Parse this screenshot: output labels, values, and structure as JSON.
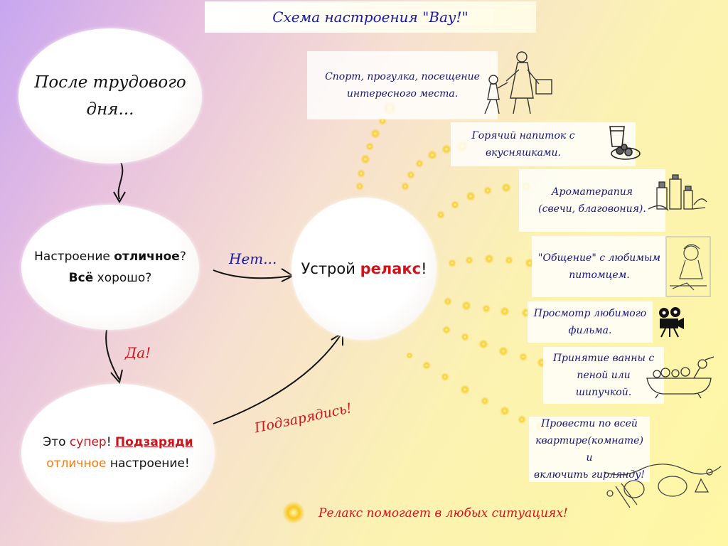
{
  "title": "Схема настроения \"Вау!\"",
  "nodes": {
    "after_work": {
      "line1": "После трудового",
      "line2": "дня..."
    },
    "mood": {
      "q1_a": "Настроение ",
      "q1_b": "отличное",
      "q1_c": "?",
      "q2_a": "Всё",
      "q2_b": " хорошо?"
    },
    "relax": {
      "a": "Устрой ",
      "b": "релакс",
      "c": "!"
    },
    "super": {
      "a": "Это ",
      "b": "супер",
      "c": "! ",
      "d": "Подзаряди",
      "e": "отличное",
      "f": " настроение!"
    }
  },
  "edges": {
    "no": "Нет...",
    "yes": "Да!",
    "recharge": "Подзарядись!"
  },
  "activities": [
    {
      "line1": "Спорт, прогулка, посещение",
      "line2": "интересного места."
    },
    {
      "line1": "Горячий напиток с",
      "line2": "вкусняшками."
    },
    {
      "line1": "Ароматерапия",
      "line2": "(свечи, благовония)."
    },
    {
      "line1": "\"Общение\" с любимым",
      "line2": "питомцем."
    },
    {
      "line1": "Просмотр любимого",
      "line2": "фильма."
    },
    {
      "line1": "Принятие ванны с",
      "line2": "пеной или",
      "line3": "шипучкой."
    },
    {
      "line1": "Провести по всей",
      "line2": "квартире(комнате) и",
      "line3": "включить гирлянду!"
    }
  ],
  "footer": "Релакс помогает в любых ситуациях!",
  "colors": {
    "title": "#1a1aa8",
    "accent_red": "#d2131a",
    "accent_orange": "#e87e14",
    "activity_text": "#15157a",
    "glow": "#f7c21a"
  },
  "icons": [
    "walking-family-icon",
    "tea-cookies-icon",
    "aroma-bottles-icon",
    "pet-girl-icon",
    "film-camera-icon",
    "bath-icon",
    "garland-icon",
    "glow-spark-icon"
  ]
}
